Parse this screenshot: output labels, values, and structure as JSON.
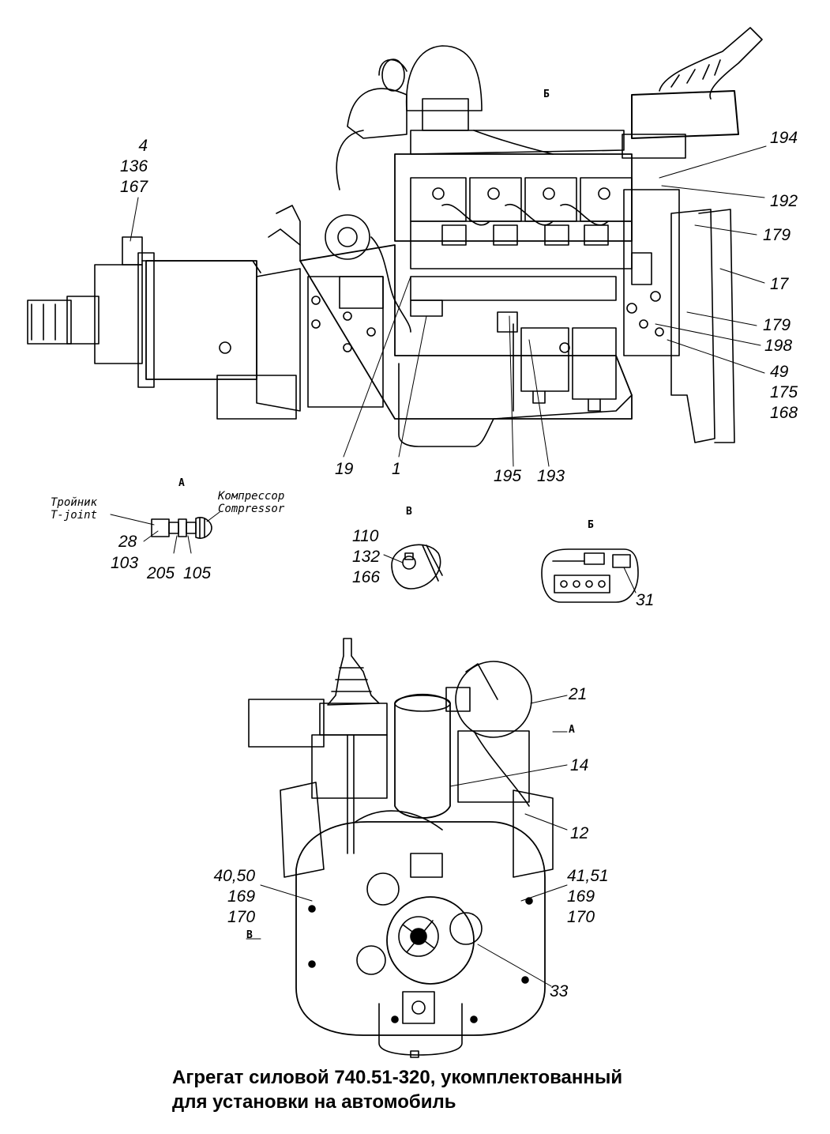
{
  "title": {
    "line1": "Агрегат силовой 740.51-320, укомплектованный",
    "line2": "для установки на автомобиль"
  },
  "view_marks": {
    "top_b": "Б",
    "detail_a": "А",
    "detail_v": "В",
    "detail_b": "Б",
    "front_a": "А",
    "front_v": "В"
  },
  "notes": {
    "tee_ru": "Тройник",
    "tee_en": "T-joint",
    "compressor_ru": "Компрессор",
    "compressor_en": "Compressor"
  },
  "callouts": {
    "c4": "4",
    "c136": "136",
    "c167": "167",
    "c194": "194",
    "c192": "192",
    "c179a": "179",
    "c17": "17",
    "c179b": "179",
    "c198": "198",
    "c49": "49",
    "c175": "175",
    "c168": "168",
    "c19": "19",
    "c1": "1",
    "c195": "195",
    "c193": "193",
    "c28": "28",
    "c103": "103",
    "c205": "205",
    "c105": "105",
    "c110": "110",
    "c132": "132",
    "c166": "166",
    "c31": "31",
    "c21": "21",
    "c14": "14",
    "c12": "12",
    "c4050": "40,50",
    "c169a": "169",
    "c170a": "170",
    "c4151": "41,51",
    "c169b": "169",
    "c170b": "170",
    "c33": "33"
  }
}
